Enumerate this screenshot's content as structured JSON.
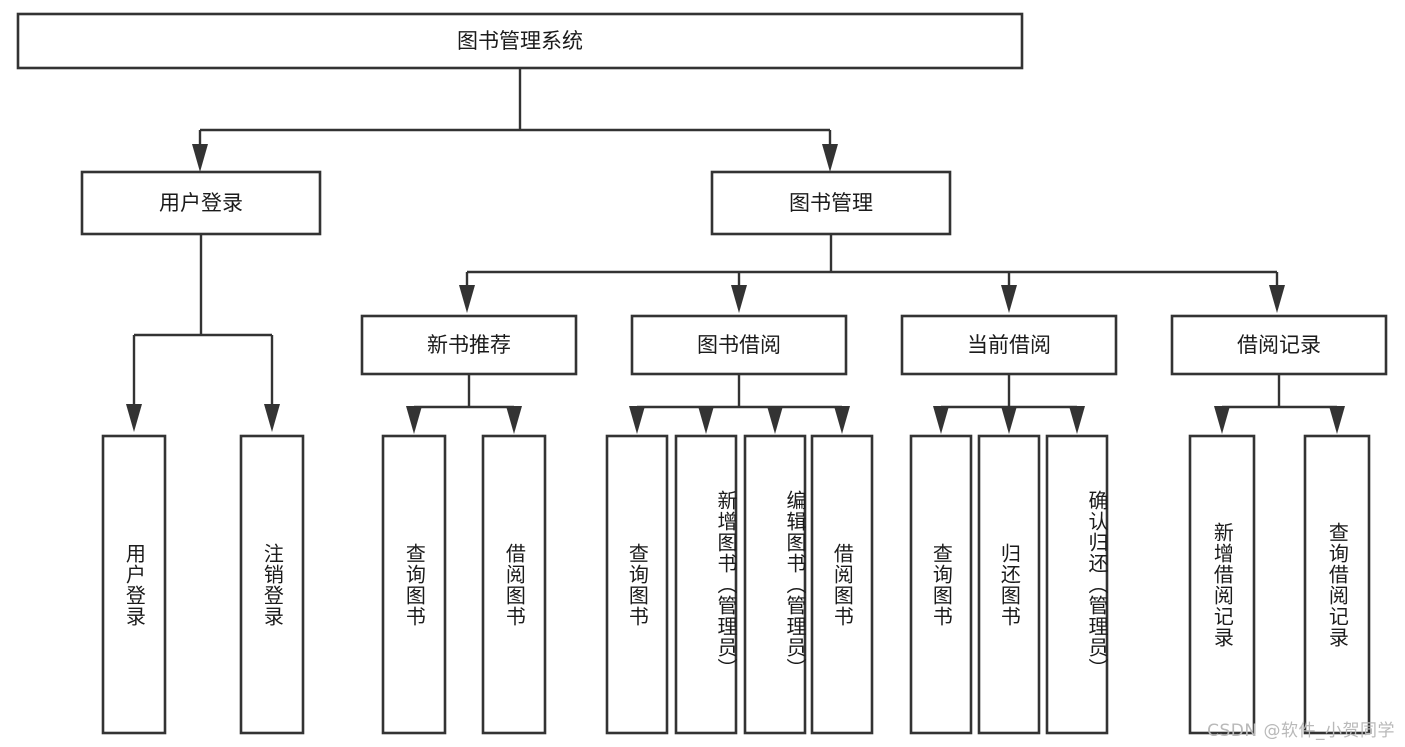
{
  "diagram": {
    "title": "图书管理系统",
    "type": "tree-hierarchy",
    "watermark": "CSDN @软件_小贺同学",
    "colors": {
      "box_stroke": "#333333",
      "box_fill": "#ffffff",
      "text": "#1b1b1b",
      "watermark": "#b9b9b9",
      "background": "#ffffff"
    },
    "root": {
      "label": "图书管理系统"
    },
    "level2": [
      {
        "label": "用户登录"
      },
      {
        "label": "图书管理"
      }
    ],
    "level3": [
      {
        "label": "新书推荐"
      },
      {
        "label": "图书借阅"
      },
      {
        "label": "当前借阅"
      },
      {
        "label": "借阅记录"
      }
    ],
    "leaves": {
      "user_login": [
        {
          "label": "用户登录"
        },
        {
          "label": "注销登录"
        }
      ],
      "new_book": [
        {
          "label": "查询图书"
        },
        {
          "label": "借阅图书"
        }
      ],
      "book_borrow": [
        {
          "label": "查询图书"
        },
        {
          "label": "新增图书（管理员）"
        },
        {
          "label": "编辑图书（管理员）"
        },
        {
          "label": "借阅图书"
        }
      ],
      "current_borrow": [
        {
          "label": "查询图书"
        },
        {
          "label": "归还图书"
        },
        {
          "label": "确认归还（管理员）"
        }
      ],
      "borrow_record": [
        {
          "label": "新增借阅记录"
        },
        {
          "label": "查询借阅记录"
        }
      ]
    }
  }
}
